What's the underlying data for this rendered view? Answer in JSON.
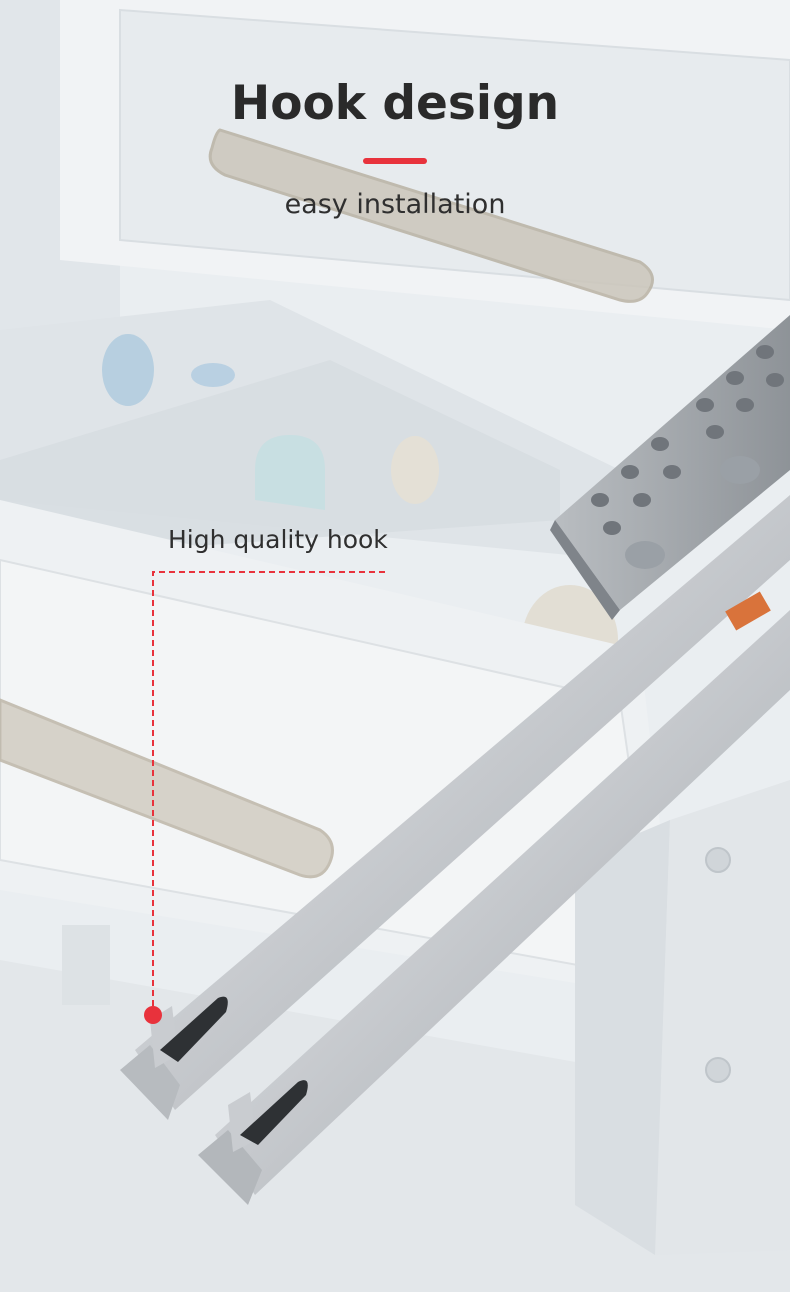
{
  "heading": {
    "title": "Hook design",
    "subtitle": "easy installation"
  },
  "callout": {
    "label": "High quality hook"
  },
  "colors": {
    "accent": "#e8323c",
    "text": "#2a2a2a",
    "background": "#e9edf0"
  }
}
